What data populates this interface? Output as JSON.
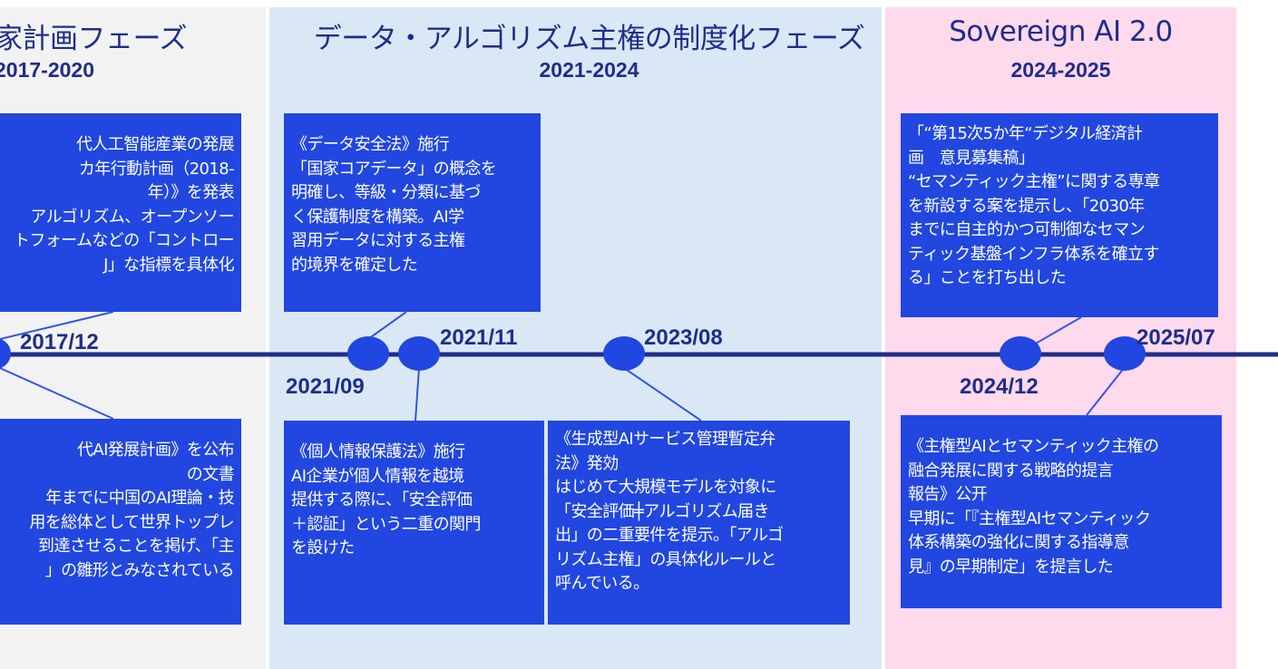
{
  "phases": [
    {
      "title": "家計画フェーズ",
      "years": "2017-2020",
      "color": "#f2f2f2"
    },
    {
      "title": "データ・アルゴリズム主権の制度化フェーズ",
      "years": "2021-2024",
      "color": "#dae8f6"
    },
    {
      "title": "Sovereign AI 2.0",
      "years": "2024-2025",
      "color": "#ffd9ec"
    }
  ],
  "milestones": [
    {
      "date": "2017/12",
      "top_text": "代人工智能産業の発展\nカ年行動計画（2018-\n年）》を発表\nアルゴリズム、オープンソー\nトフォームなどの「コントロー\nJ」な指標を具体化",
      "bottom_text": "代AI発展計画》を公布\nの文書\n年までに中国のAI理論・技\n用を総体として世界トップレ\n到達させることを掲げ、「主\n」の雛形とみなされている"
    },
    {
      "date": "2021/09",
      "top_text": "《データ安全法》施行\n「国家コアデータ」の概念を\n明確し、等級・分類に基づ\nく保護制度を構築。AI学\n習用データに対する主権\n的境界を確定した"
    },
    {
      "date": "2021/11",
      "bottom_text": "《個人情報保護法》施行\nAI企業が個人情報を越境\n提供する際に、「安全評価\n＋認証」という二重の関門\nを設けた"
    },
    {
      "date": "2023/08",
      "bottom_text": "《生成型AIサービス管理暫定弁\n法》発効\nはじめて大規模モデルを対象に\n「安全評価╪アルゴリズム届き\n出」の二重要件を提示。「アルゴ\nリズム主権」の具体化ルールと\n呼んでいる。"
    },
    {
      "date": "2024/12",
      "top_text": "「“第15次5か年“デジタル経済計\n画　意見募集稿」\n“セマンティック主権”に関する専章\nを新設する案を提示し、「2030年\nまでに自主的かつ可制御なセマン\nティック基盤インフラ体系を確立す\nる」ことを打ち出した"
    },
    {
      "date": "2025/07",
      "bottom_text": "《主権型AIとセマンティック主権の\n融合発展に関する戦略的提言\n報告》公开\n早期に「『主権型AIセマンティック\n体系構築の強化に関する指導意\n見』の早期制定」を提言した"
    }
  ],
  "colors": {
    "box": "#2147e0",
    "timeline": "#1f2d8a",
    "node": "#2147e0",
    "connector": "#3355e6"
  }
}
